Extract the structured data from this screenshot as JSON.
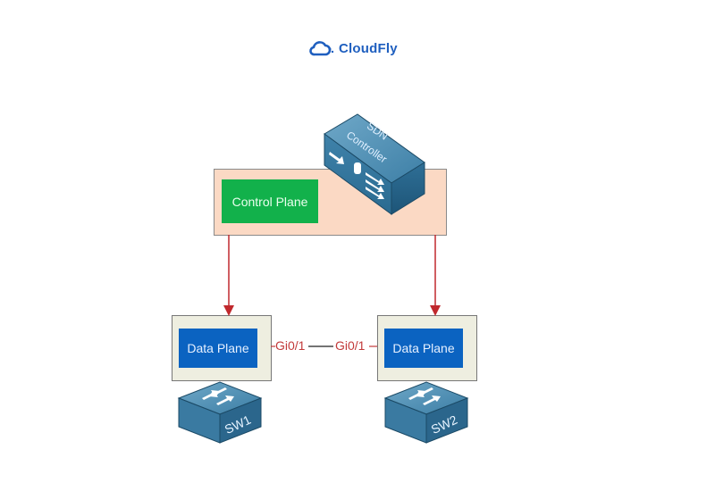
{
  "brand": {
    "name": "CloudFly",
    "icon": "cloud-icon",
    "color": "#1f5fbf"
  },
  "diagram": {
    "controller": {
      "label_line1": "SDN",
      "label_line2": "Controller",
      "icon": "sdn-controller-icon"
    },
    "control_plane": {
      "label": "Control Plane",
      "color": "#12b14b",
      "container_color": "#fbd9c4"
    },
    "data_planes": [
      {
        "label": "Data Plane",
        "switch": "SW1",
        "port": "Gi0/1"
      },
      {
        "label": "Data Plane",
        "switch": "SW2",
        "port": "Gi0/1"
      }
    ],
    "link": {
      "from": "SW1 Gi0/1",
      "to": "SW2 Gi0/1"
    },
    "arrow_color": "#c0282d",
    "data_plane_color": "#0b63c1"
  }
}
